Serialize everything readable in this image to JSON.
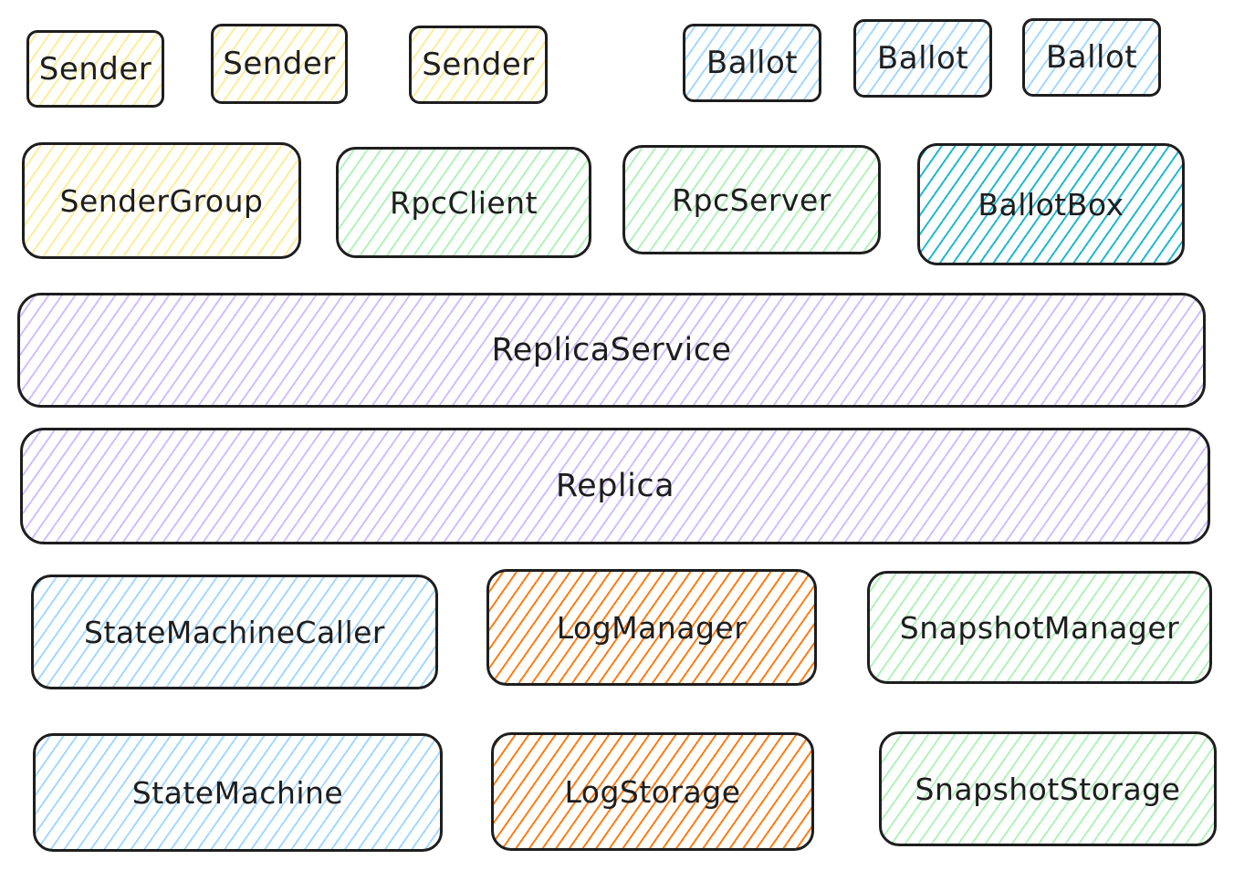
{
  "diagram": {
    "senders": [
      "Sender",
      "Sender",
      "Sender"
    ],
    "ballots": [
      "Ballot",
      "Ballot",
      "Ballot"
    ],
    "sender_group": "SenderGroup",
    "rpc_client": "RpcClient",
    "rpc_server": "RpcServer",
    "ballot_box": "BallotBox",
    "replica_service": "ReplicaService",
    "replica": "Replica",
    "state_machine_caller": "StateMachineCaller",
    "log_manager": "LogManager",
    "snapshot_manager": "SnapshotManager",
    "state_machine": "StateMachine",
    "log_storage": "LogStorage",
    "snapshot_storage": "SnapshotStorage"
  },
  "colors": {
    "yellow": "#ffec99",
    "green": "#b2f2bb",
    "blue": "#a5d8ff",
    "teal": "#22b8cf",
    "violet": "#d0bfff",
    "orange": "#fd7e14",
    "stroke": "#1e1e1e"
  }
}
